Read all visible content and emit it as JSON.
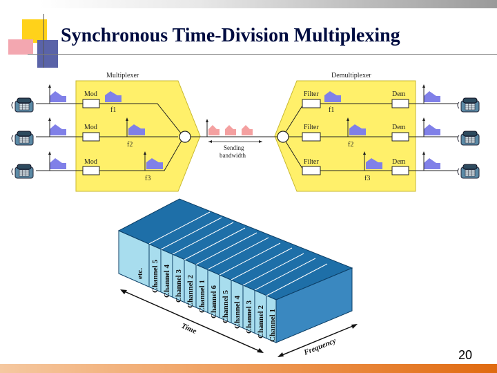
{
  "slide": {
    "title": "Synchronous Time-Division Multiplexing",
    "page_number": "20"
  },
  "diagram": {
    "mux_label": "Multiplexer",
    "demux_label": "Demultiplexer",
    "mod_labels": [
      "Mod",
      "Mod",
      "Mod"
    ],
    "filter_labels": [
      "Filter",
      "Filter",
      "Filter"
    ],
    "dem_labels": [
      "Dem",
      "Dem",
      "Dem"
    ],
    "freq_labels_left": [
      "f1",
      "f2",
      "f3"
    ],
    "freq_labels_right": [
      "f1",
      "f2",
      "f3"
    ],
    "bandwidth_label_1": "Sending",
    "bandwidth_label_2": "bandwidth",
    "colors": {
      "panel": "#fff06a",
      "signal": "#8080e8",
      "composite": "#f4a0a0",
      "box_front": "#a8ddee",
      "box_top": "#1e6fa8"
    }
  },
  "box3d": {
    "channels": [
      "etc.",
      "Channel 5",
      "Channel 4",
      "Channel 3",
      "Channel 2",
      "Channel 1",
      "Channel 6",
      "Channel 5",
      "Channel 4",
      "Channel 3",
      "Channel 2",
      "Channel 1"
    ],
    "time_axis": "Time",
    "frequency_axis": "Frequency"
  }
}
